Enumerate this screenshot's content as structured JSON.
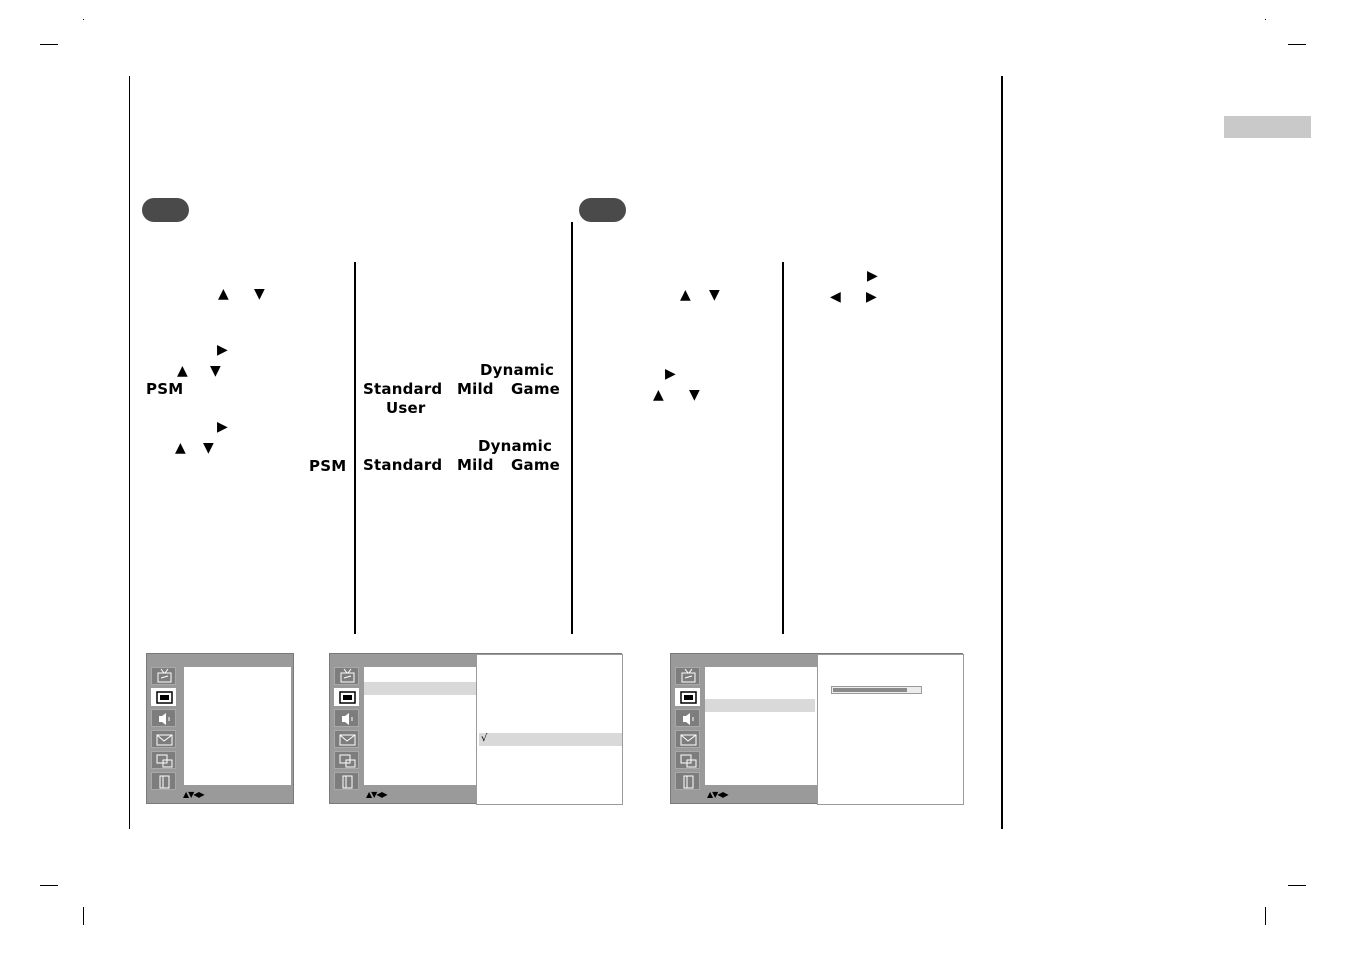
{
  "icons": {
    "up": "▲",
    "down": "▼",
    "left": "◀",
    "right": "▶",
    "nav_hint": "▲▼◀▶",
    "check": "√"
  },
  "left_column": {
    "psm_label": "PSM"
  },
  "middle_column": {
    "line1_dynamic": "Dynamic",
    "line2_standard": "Standard",
    "line2_mild": "Mild",
    "line2_game": "Game",
    "line3_user": "User",
    "line4_psm": "PSM",
    "line5_dynamic": "Dynamic",
    "line6_standard": "Standard",
    "line6_mild": "Mild",
    "line6_game": "Game"
  },
  "osd": {
    "bar_level_percent": 85,
    "colors": {
      "panel": "#9a9a9a",
      "icon_bg": "#7d7d7d",
      "highlight": "#d9d9d9"
    }
  }
}
